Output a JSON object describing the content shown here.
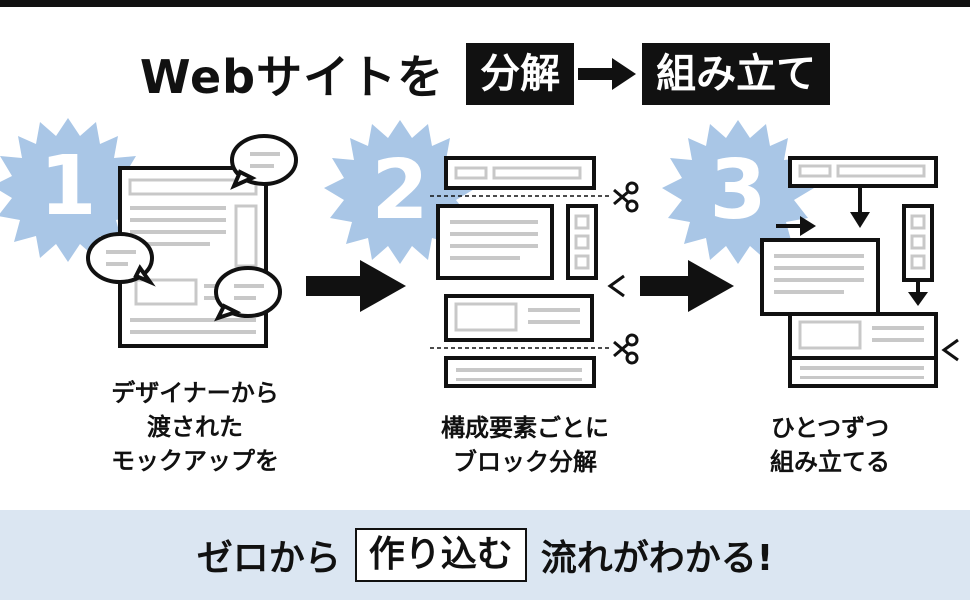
{
  "title": {
    "lead": "Webサイトを",
    "box_left": "分解",
    "box_right": "組み立て"
  },
  "steps": [
    {
      "number": "1",
      "caption_lines": [
        "デザイナーから",
        "渡された",
        "モックアップを"
      ]
    },
    {
      "number": "2",
      "caption_lines": [
        "構成要素ごとに",
        "ブロック分解"
      ]
    },
    {
      "number": "3",
      "caption_lines": [
        "ひとつずつ",
        "組み立てる"
      ]
    }
  ],
  "bottom": {
    "before": "ゼロから",
    "framed": "作り込む",
    "after": "流れがわかる!"
  },
  "colors": {
    "accent_blue": "#a9c6e6",
    "band": "#dbe6f2",
    "ink": "#111111"
  }
}
